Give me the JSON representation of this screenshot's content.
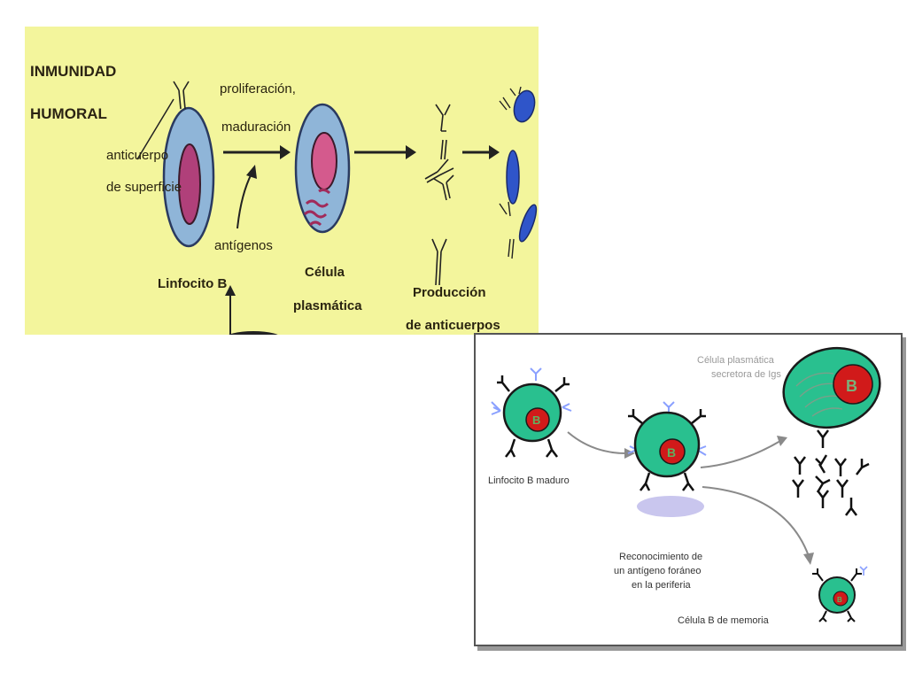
{
  "top_diagram": {
    "title_line1": "INMUNIDAD",
    "title_line2": "HUMORAL",
    "label_surface_antibody_line1": "anticuerpo",
    "label_surface_antibody_line2": "de superficie",
    "label_proliferation_line1": "proliferación,",
    "label_proliferation_line2": "maduración",
    "label_antigens": "antígenos",
    "label_b_cell": "Linfocito B",
    "label_plasma_line1": "Célula",
    "label_plasma_line2": "plasmática",
    "label_production_line1": "Producción",
    "label_production_line2": "de anticuerpos",
    "colors": {
      "background": "#f3f59c",
      "cell_body": "#8fb5d8",
      "nucleus": "#b0407a",
      "bacteria": "#2f55c9"
    }
  },
  "bottom_diagram": {
    "label_mature_b": "Linfocito B maduro",
    "label_recognition_line1": "Reconocimiento de",
    "label_recognition_line2": "un antígeno foráneo",
    "label_recognition_line3": "en la periferia",
    "label_plasma_line1": "Célula plasmática",
    "label_plasma_line2": "secretora de Igs",
    "label_memory": "Célula B de memoria",
    "cell_letter": "B",
    "colors": {
      "cell": "#29c08f",
      "nucleus": "#d11a1a",
      "antigen": "#c9c6ee",
      "arrow": "#8a8a8a"
    }
  }
}
